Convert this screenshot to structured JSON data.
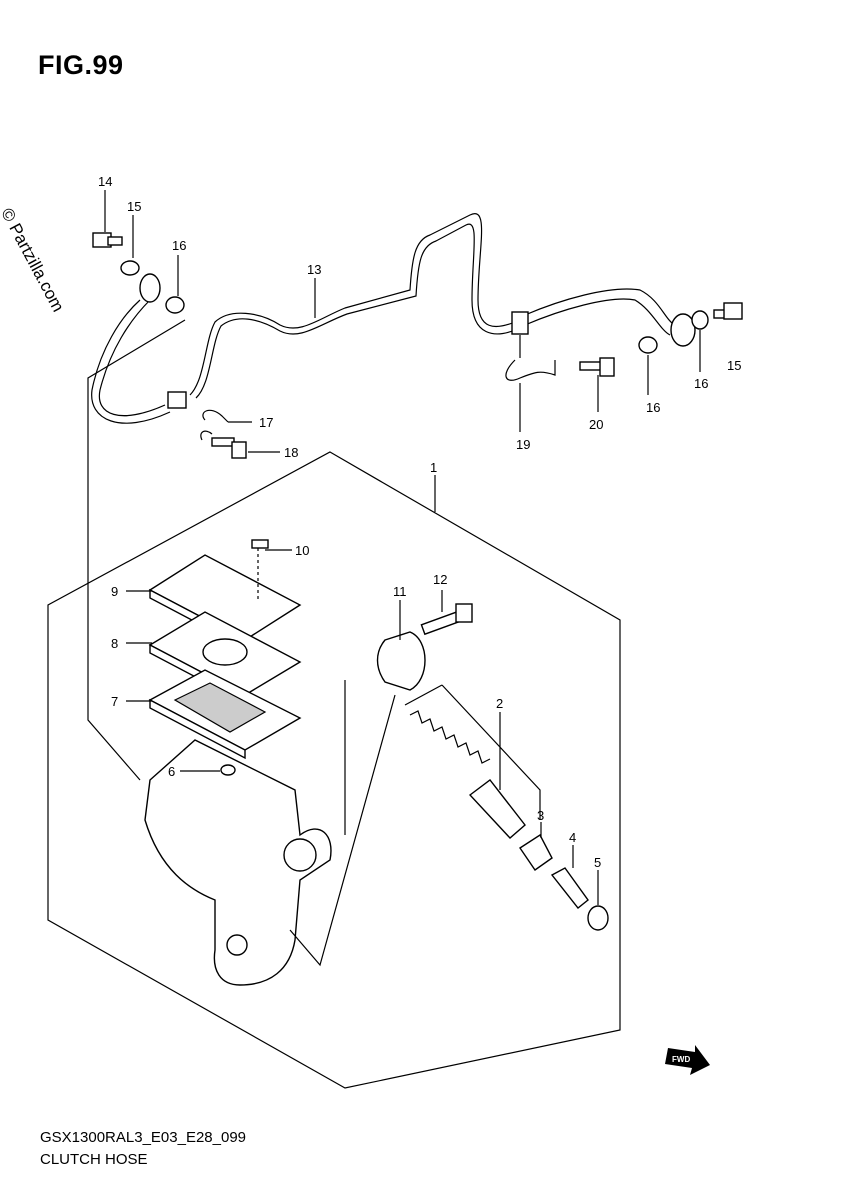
{
  "header": {
    "title": "FIG.99"
  },
  "watermark": "© Partzilla.com",
  "callouts": [
    "1",
    "2",
    "3",
    "4",
    "5",
    "6",
    "7",
    "8",
    "9",
    "10",
    "11",
    "12",
    "13",
    "14",
    "15",
    "16",
    "16",
    "16",
    "16",
    "17",
    "18",
    "19",
    "20"
  ],
  "footer": {
    "model_code": "GSX1300RAL3_E03_E28_099",
    "diagram_name": "CLUTCH HOSE"
  },
  "fwd_mark": "FWD",
  "colors": {
    "line": "#000000",
    "background": "#ffffff",
    "part_fill": "#cccccc"
  }
}
